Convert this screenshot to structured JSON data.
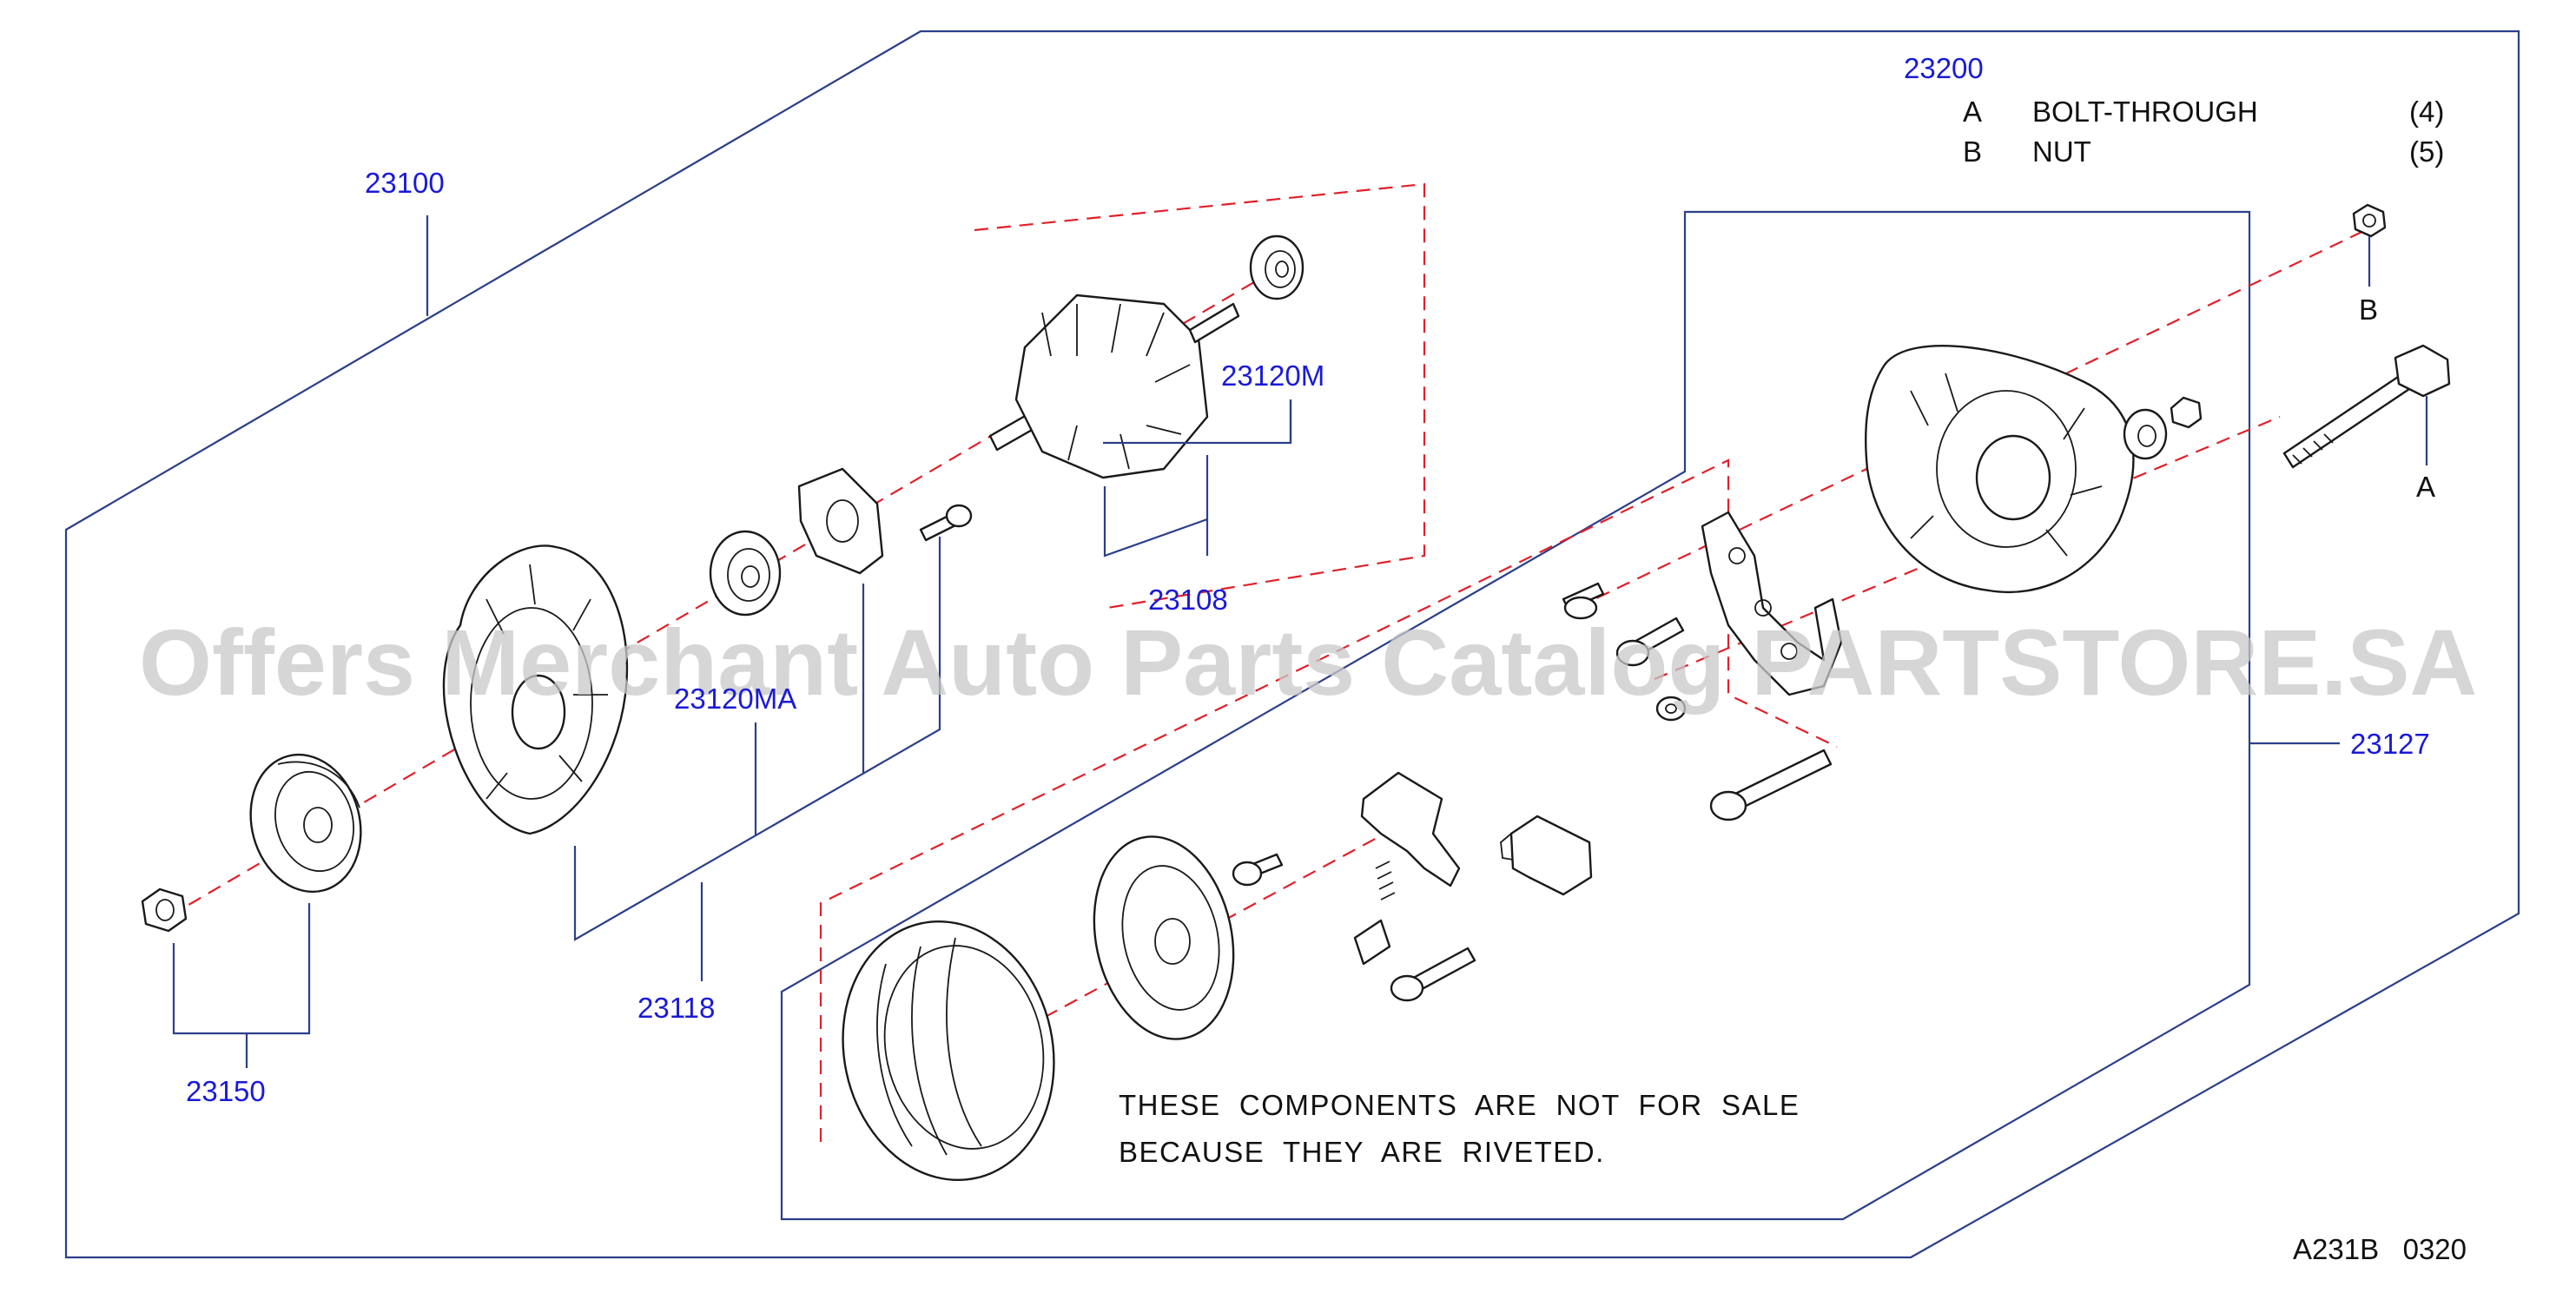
{
  "diagram": {
    "callouts": {
      "assembly_main": "23100",
      "assembly_kit": "23200",
      "rotor_bearing": "23120M",
      "rotor": "23108",
      "front_bearing": "23120MA",
      "front_housing": "23118",
      "pulley": "23150",
      "rear_assembly": "23127"
    },
    "legend": [
      {
        "key": "A",
        "name": "BOLT-THROUGH",
        "qty": "(4)"
      },
      {
        "key": "B",
        "name": "NUT",
        "qty": "(5)"
      }
    ],
    "point_labels": {
      "a": "A",
      "b": "B"
    },
    "note_line1": "THESE  COMPONENTS  ARE  NOT  FOR  SALE",
    "note_line2": "BECAUSE  THEY  ARE  RIVETED.",
    "figure_code": "A231B   0320",
    "watermark": "Offers Merchant Auto Parts Catalog PARTSTORE.SA"
  }
}
